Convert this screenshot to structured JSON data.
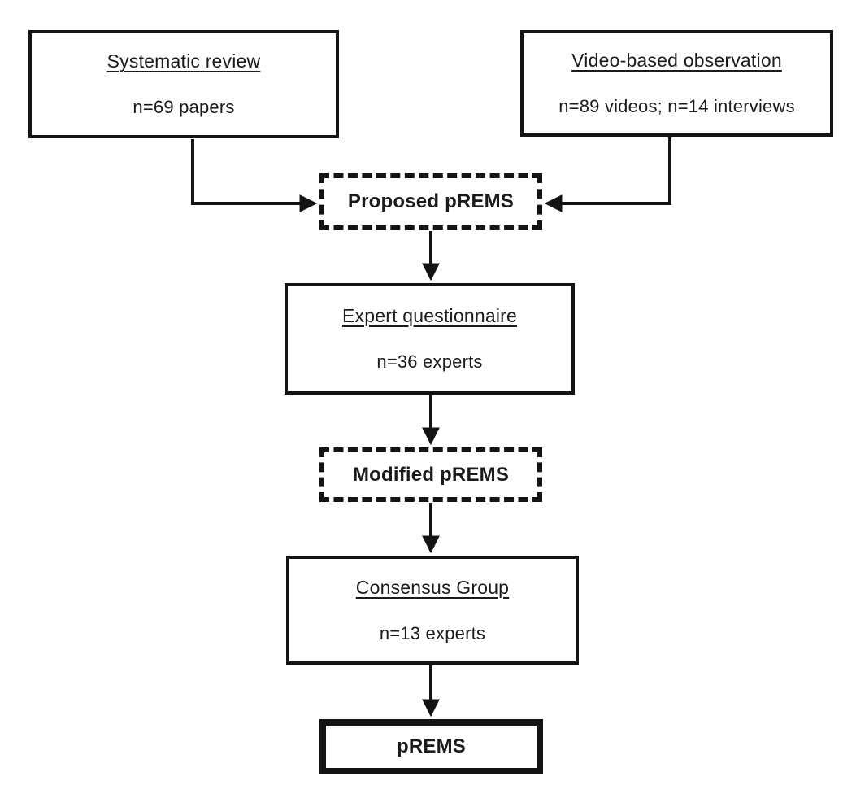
{
  "figure": {
    "background_color": "#ffffff",
    "line_color": "#141414",
    "nodes": {
      "systematic_review": {
        "title": "Systematic review",
        "detail": "n=69 papers",
        "style": "solid"
      },
      "video_observation": {
        "title": "Video-based observation",
        "detail": "n=89 videos; n=14 interviews",
        "style": "solid"
      },
      "proposed_prems": {
        "label": "Proposed pREMS",
        "style": "dashed"
      },
      "expert_questionnaire": {
        "title": "Expert questionnaire",
        "detail": "n=36 experts",
        "style": "solid"
      },
      "modified_prems": {
        "label": "Modified pREMS",
        "style": "dashed"
      },
      "consensus_group": {
        "title": "Consensus Group",
        "detail": "n=13 experts",
        "style": "solid"
      },
      "prems": {
        "label": "pREMS",
        "style": "thick-solid"
      }
    },
    "edges": [
      {
        "from": "Systematic review",
        "to": "Proposed pREMS"
      },
      {
        "from": "Video-based observation",
        "to": "Proposed pREMS"
      },
      {
        "from": "Proposed pREMS",
        "to": "Expert questionnaire"
      },
      {
        "from": "Expert questionnaire",
        "to": "Modified pREMS"
      },
      {
        "from": "Modified pREMS",
        "to": "Consensus Group"
      },
      {
        "from": "Consensus Group",
        "to": "pREMS"
      }
    ]
  }
}
